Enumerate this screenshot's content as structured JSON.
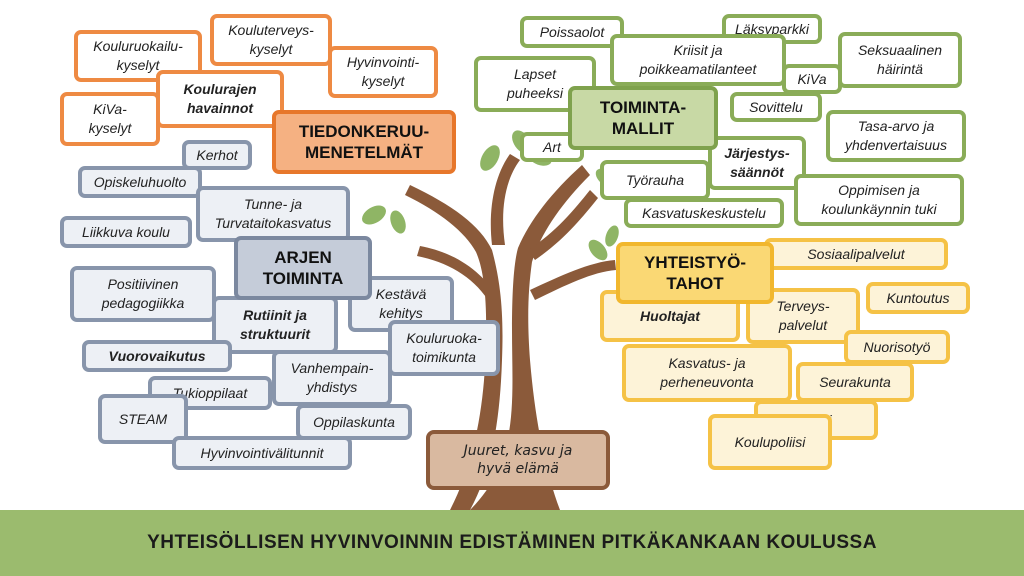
{
  "title": "YHTEISÖLLISEN HYVINVOINNIN EDISTÄMINEN PITKÄKANKAAN KOULUSSA",
  "roots": "Juuret, kasvu ja\nhyvä elämä",
  "colors": {
    "orange": "#ee8a43",
    "green": "#8aac58",
    "blue": "#8895ab",
    "yellow": "#f5c246",
    "trunk": "#8b5a3a",
    "footer": "#9bbb6e"
  },
  "tiedonkeruu": {
    "heading": "TIEDONKERUU-\nMENETELMÄT",
    "items": [
      "Kouluruokailu-\nkyselyt",
      "Kouluterveys-\nkyselyt",
      "Hyvinvointi-\nkyselyt",
      "KiVa-\nkyselyt",
      "Koulurajen\nhavainnot"
    ]
  },
  "toimintamallit": {
    "heading": "TOIMINTA-\nMALLIT",
    "items": [
      "Poissaolot",
      "Läksyparkki",
      "Kriisit ja\npoikkeamatilanteet",
      "Seksuaalinen\nhäirintä",
      "Lapset\npuheeksi",
      "KiVa",
      "Sovittelu",
      "Tasa-arvo ja\nyhdenvertaisuus",
      "Art",
      "Järjestys-\nsäännöt",
      "Työrauha",
      "Oppimisen ja\nkoulunkäynnin tuki",
      "Kasvatuskeskustelu"
    ]
  },
  "arjen": {
    "heading": "ARJEN\nTOIMINTA",
    "items": [
      "Kerhot",
      "Opiskeluhuolto",
      "Tunne- ja\nTurvataitokasvatus",
      "Liikkuva koulu",
      "Positiivinen\npedagogiikka",
      "Kestävä\nkehitys",
      "Rutiinit ja\nstruktuurit",
      "Kouluruoka-\ntoimikunta",
      "Vuorovaikutus",
      "Vanhempain-\nyhdistys",
      "Tukioppilaat",
      "STEAM",
      "Oppilaskunta",
      "Hyvinvointivälitunnit"
    ]
  },
  "yhteistyo": {
    "heading": "YHTEISTYÖ-\nTAHOT",
    "items": [
      "Sosiaalipalvelut",
      "Kuntoutus",
      "Huoltajat",
      "Terveys-\npalvelut",
      "Nuorisotyö",
      "Kasvatus- ja\nperheneuvonta",
      "Seurakunta",
      "Luuri",
      "Koulupoliisi"
    ]
  }
}
